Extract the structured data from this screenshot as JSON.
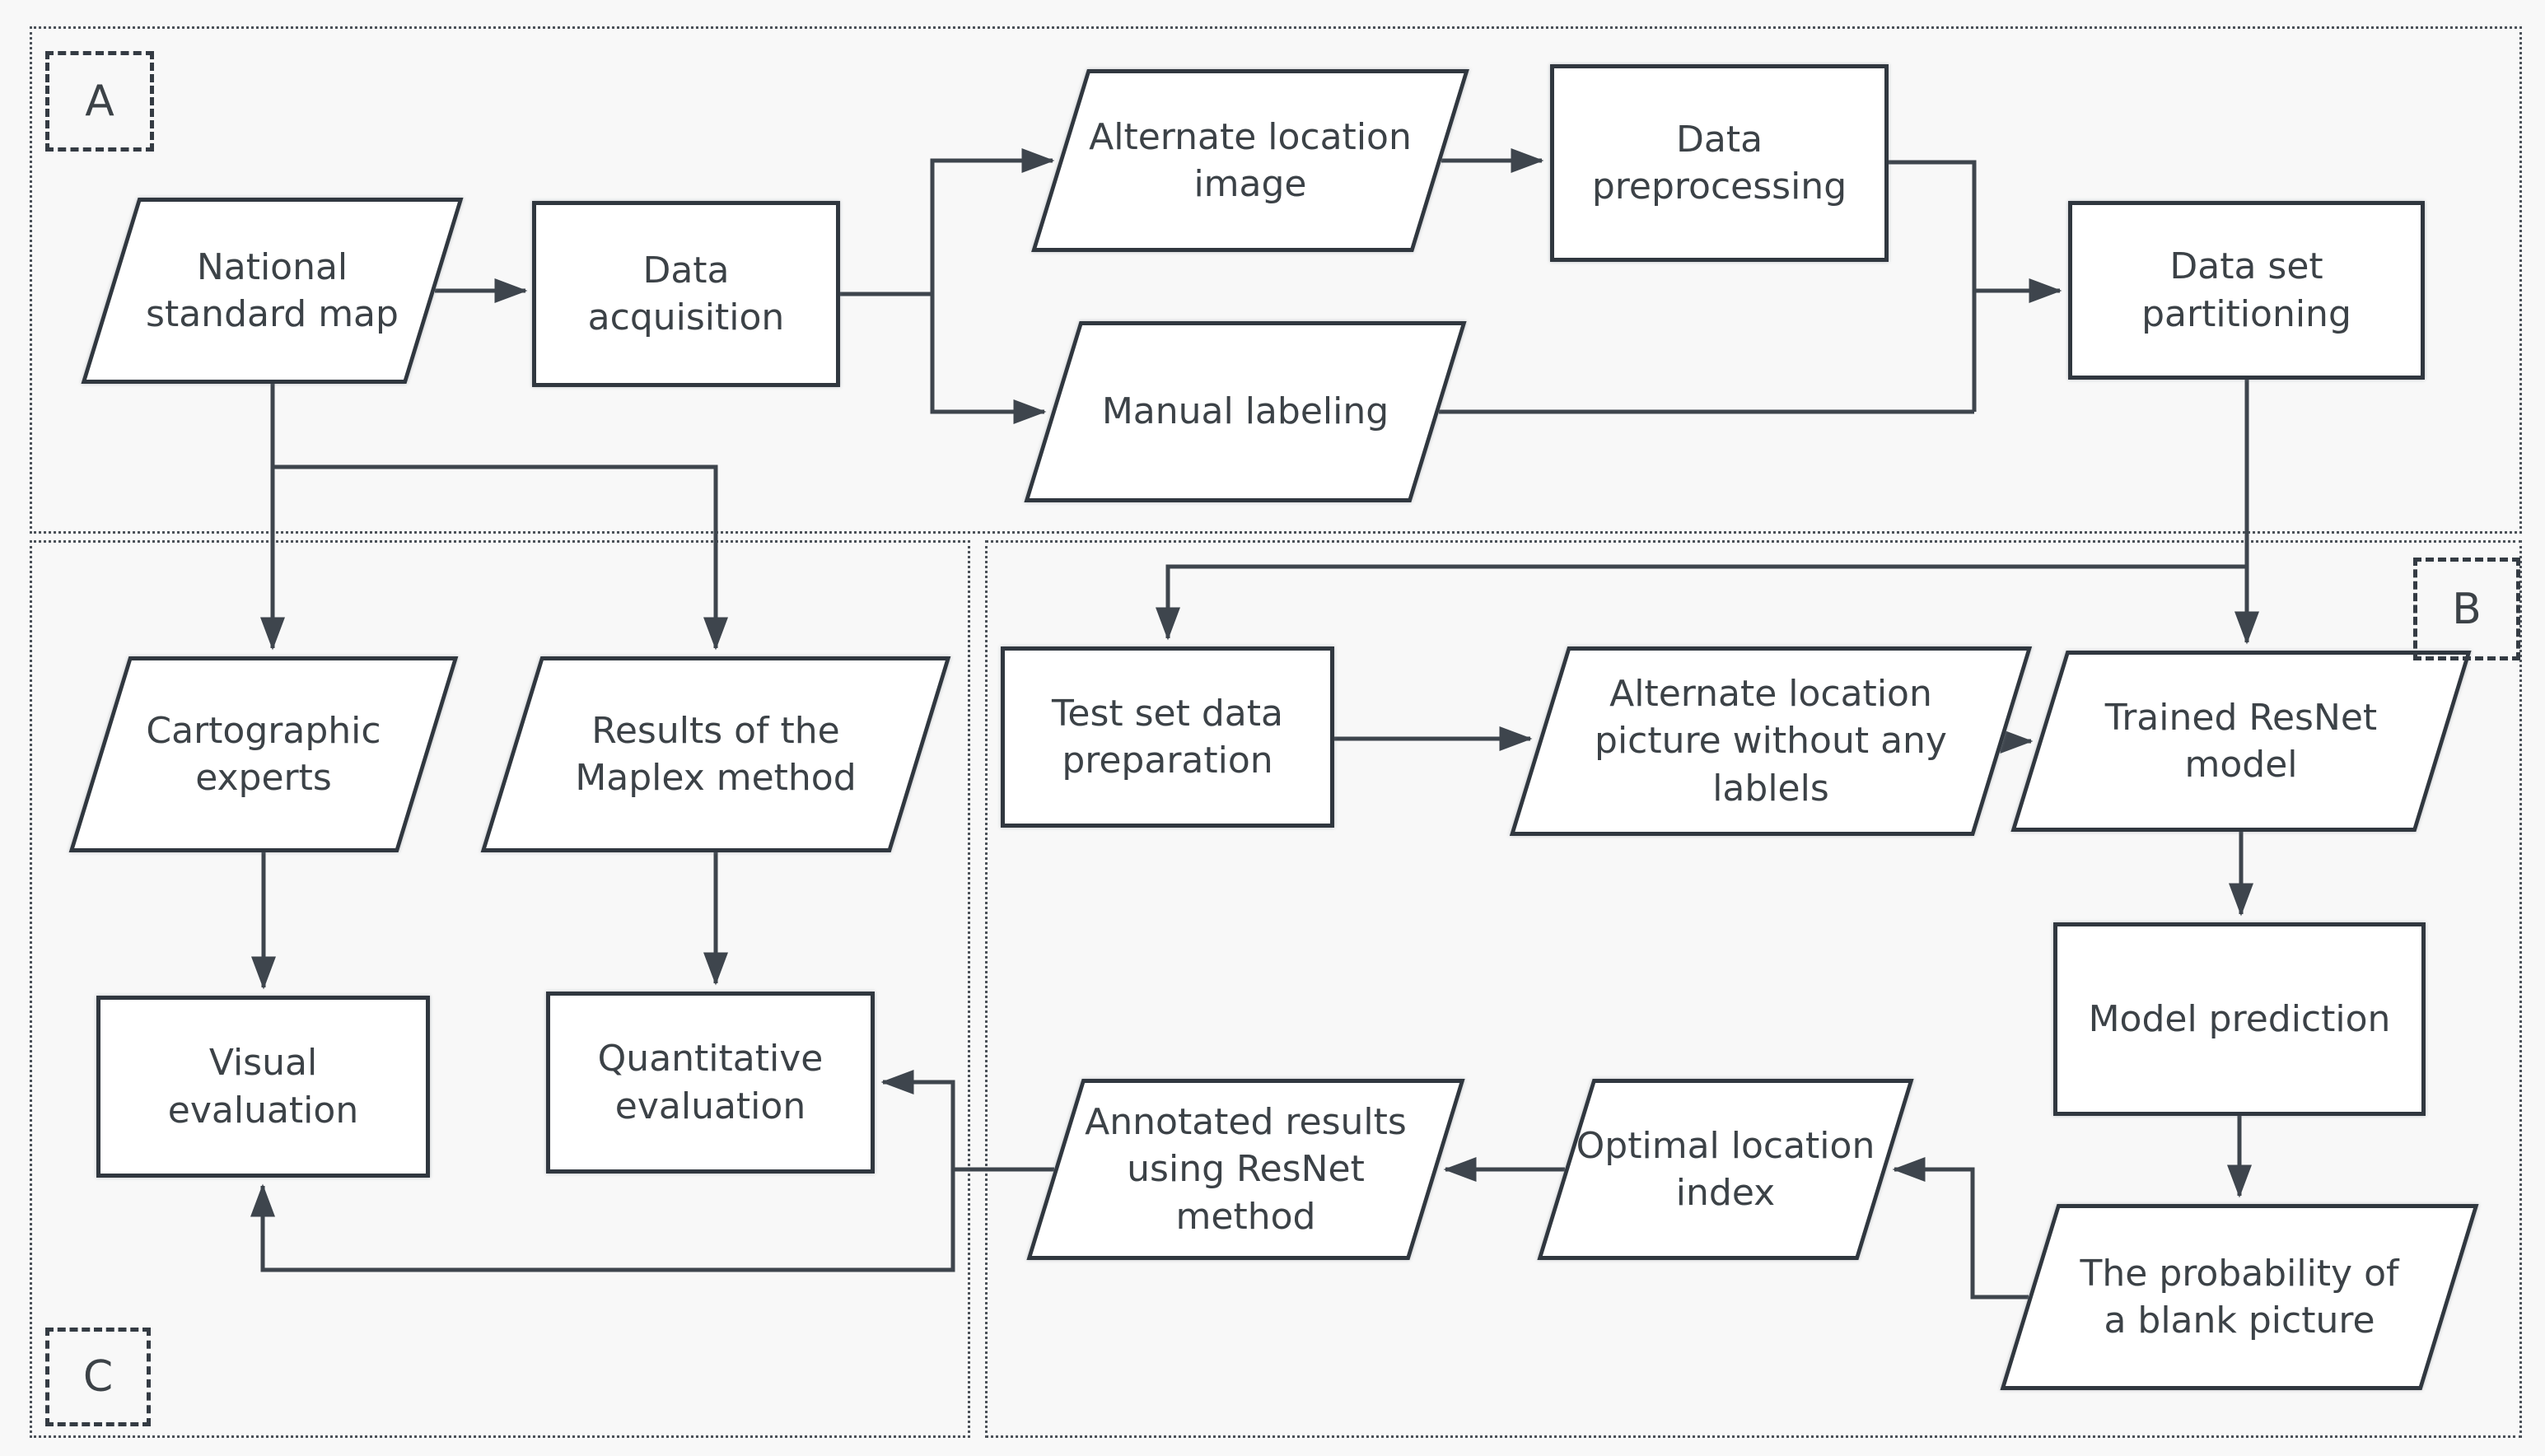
{
  "diagram": {
    "type": "flowchart",
    "description_visible_text_only": true
  },
  "palette": {
    "background": "#f8f8f8",
    "node_fill": "#ffffff",
    "node_border": "#30373f",
    "line": "#3e454d",
    "text": "#3c4247",
    "frame_dots": "#4b5158"
  },
  "sections": {
    "a": {
      "label": "A"
    },
    "b": {
      "label": "B"
    },
    "c": {
      "label": "C"
    }
  },
  "nodes": {
    "national_standard_map": {
      "label": "National\nstandard map",
      "shape": "parallelogram"
    },
    "data_acquisition": {
      "label": "Data\nacquisition",
      "shape": "rectangle"
    },
    "alternate_location_image": {
      "label": "Alternate location\nimage",
      "shape": "parallelogram"
    },
    "data_preprocessing": {
      "label": "Data\npreprocessing",
      "shape": "rectangle"
    },
    "manual_labeling": {
      "label": "Manual labeling",
      "shape": "parallelogram"
    },
    "data_set_partitioning": {
      "label": "Data set\npartitioning",
      "shape": "rectangle"
    },
    "test_set_data_preparation": {
      "label": "Test set data\npreparation",
      "shape": "rectangle"
    },
    "alternate_location_picture": {
      "label": "Alternate location\npicture without any\nlablels",
      "shape": "parallelogram"
    },
    "trained_resnet_model": {
      "label": "Trained ResNet\nmodel",
      "shape": "parallelogram"
    },
    "model_prediction": {
      "label": "Model prediction",
      "shape": "rectangle"
    },
    "probability_blank_picture": {
      "label": "The probability of\na blank picture",
      "shape": "parallelogram"
    },
    "optimal_location_index": {
      "label": "Optimal location\nindex",
      "shape": "parallelogram"
    },
    "annotated_results": {
      "label": "Annotated results\nusing ResNet\nmethod",
      "shape": "parallelogram"
    },
    "cartographic_experts": {
      "label": "Cartographic\nexperts",
      "shape": "parallelogram"
    },
    "results_maplex": {
      "label": "Results of the\nMaplex method",
      "shape": "parallelogram"
    },
    "visual_evaluation": {
      "label": "Visual\nevaluation",
      "shape": "rectangle"
    },
    "quantitative_evaluation": {
      "label": "Quantitative\nevaluation",
      "shape": "rectangle"
    }
  },
  "edges": [
    {
      "from": "national_standard_map",
      "to": "data_acquisition"
    },
    {
      "from": "data_acquisition",
      "to": "alternate_location_image"
    },
    {
      "from": "data_acquisition",
      "to": "manual_labeling"
    },
    {
      "from": "alternate_location_image",
      "to": "data_preprocessing"
    },
    {
      "from": "data_preprocessing",
      "to": "data_set_partitioning"
    },
    {
      "from": "manual_labeling",
      "to": "data_set_partitioning"
    },
    {
      "from": "data_set_partitioning",
      "to": "trained_resnet_model"
    },
    {
      "from": "data_set_partitioning",
      "to": "test_set_data_preparation"
    },
    {
      "from": "test_set_data_preparation",
      "to": "alternate_location_picture"
    },
    {
      "from": "alternate_location_picture",
      "to": "trained_resnet_model"
    },
    {
      "from": "trained_resnet_model",
      "to": "model_prediction"
    },
    {
      "from": "model_prediction",
      "to": "probability_blank_picture"
    },
    {
      "from": "probability_blank_picture",
      "to": "optimal_location_index"
    },
    {
      "from": "optimal_location_index",
      "to": "annotated_results"
    },
    {
      "from": "annotated_results",
      "to": "quantitative_evaluation"
    },
    {
      "from": "annotated_results",
      "to": "visual_evaluation"
    },
    {
      "from": "national_standard_map",
      "to": "cartographic_experts"
    },
    {
      "from": "national_standard_map",
      "to": "results_maplex"
    },
    {
      "from": "cartographic_experts",
      "to": "visual_evaluation"
    },
    {
      "from": "results_maplex",
      "to": "quantitative_evaluation"
    }
  ]
}
